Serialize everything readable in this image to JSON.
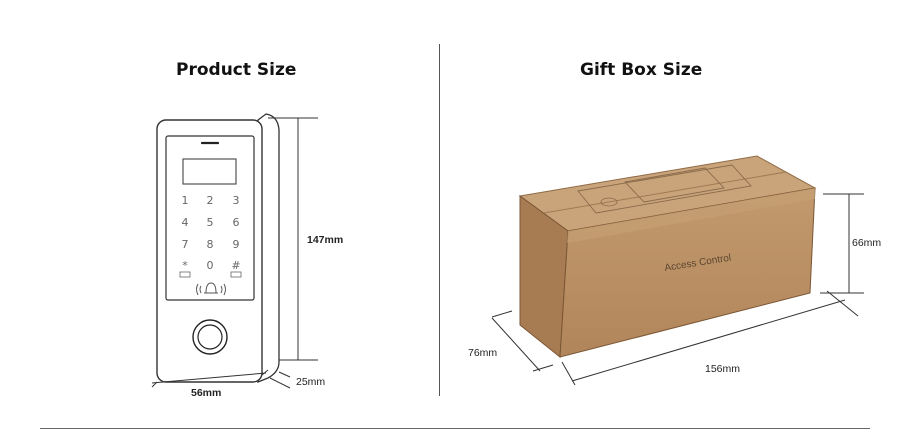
{
  "titles": {
    "product": "Product Size",
    "giftbox": "Gift Box Size"
  },
  "product": {
    "height_label": "147mm",
    "width_label": "56mm",
    "depth_label": "25mm",
    "keys": [
      "1",
      "2",
      "3",
      "4",
      "5",
      "6",
      "7",
      "8",
      "9",
      "*",
      "0",
      "#"
    ]
  },
  "giftbox": {
    "height_label": "66mm",
    "depth_label": "76mm",
    "length_label": "156mm",
    "print_text": "Access Control"
  },
  "colors": {
    "cardboard_front": "#b98c62",
    "cardboard_top": "#c9a47b",
    "cardboard_side": "#a87c53",
    "line": "#333333"
  }
}
